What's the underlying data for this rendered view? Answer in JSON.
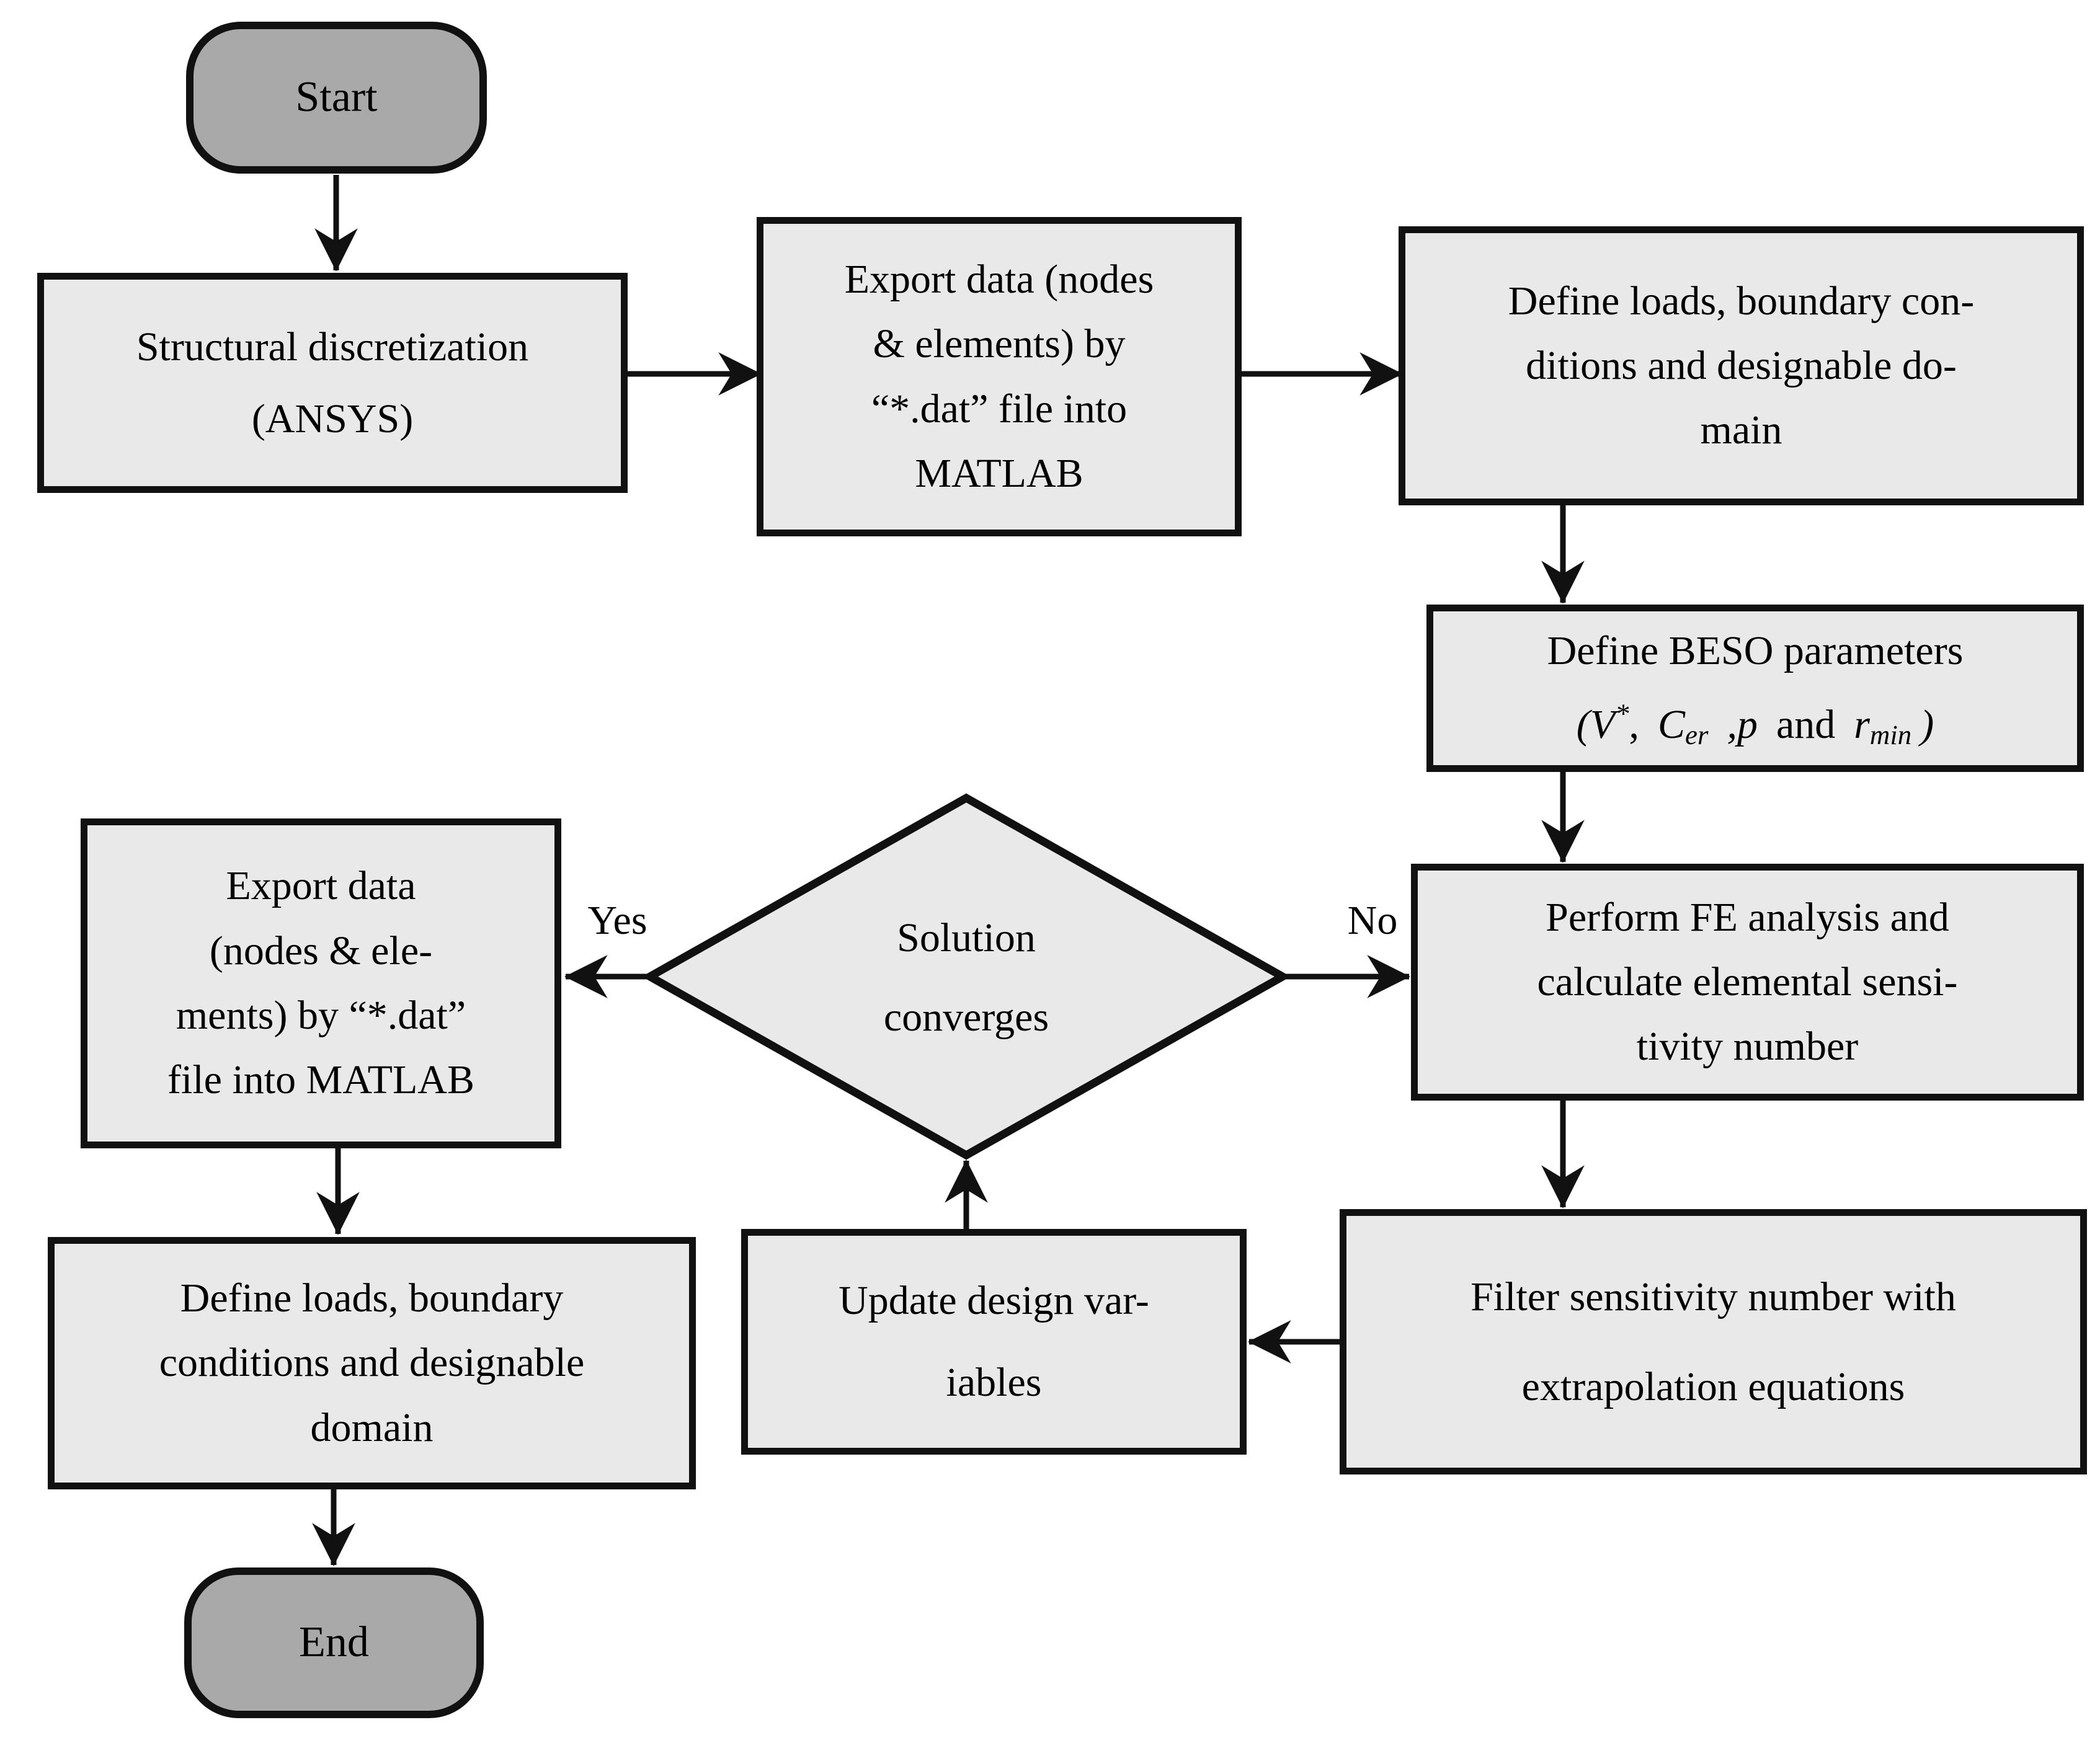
{
  "diagram": {
    "type": "flowchart",
    "colors": {
      "process_fill": "#e9e9e9",
      "terminal_fill": "#a9a9a9",
      "outline": "#111111",
      "text": "#000000",
      "background": "#ffffff"
    },
    "nodes": {
      "start": {
        "shape": "stadium",
        "label": "Start"
      },
      "structural_discretization": {
        "shape": "process",
        "lines": [
          "Structural discretization",
          "(ANSYS)"
        ]
      },
      "export_data_top": {
        "shape": "process",
        "lines": [
          "Export data (nodes",
          "& elements) by",
          "“*.dat” file into",
          "MATLAB"
        ]
      },
      "define_loads_top": {
        "shape": "process",
        "lines": [
          "Define loads, boundary con-",
          "ditions and designable do-",
          "main"
        ]
      },
      "define_beso_parameters": {
        "shape": "process",
        "title": "Define BESO parameters",
        "math": {
          "open": "(",
          "v": "V",
          "v_sup": "*",
          "comma1": ",",
          "c": "C",
          "c_sub": "er",
          "comma_p": ",p",
          "and_word": "and",
          "r": "r",
          "r_sub": "min",
          "close": ")"
        }
      },
      "perform_fe_analysis": {
        "shape": "process",
        "lines": [
          "Perform FE analysis and",
          "calculate elemental sensi-",
          "tivity number"
        ]
      },
      "solution_converges": {
        "shape": "decision",
        "lines": [
          "Solution",
          "converges"
        ]
      },
      "export_data_left": {
        "shape": "process",
        "lines": [
          "Export data",
          "(nodes & ele-",
          "ments) by “*.dat”",
          "file into MATLAB"
        ]
      },
      "filter_sensitivity": {
        "shape": "process",
        "lines": [
          "Filter sensitivity number with",
          "extrapolation equations"
        ]
      },
      "update_design_variables": {
        "shape": "process",
        "lines": [
          "Update design var-",
          "iables"
        ]
      },
      "define_loads_bottom": {
        "shape": "process",
        "lines": [
          "Define loads, boundary",
          "conditions and designable",
          "domain"
        ]
      },
      "end": {
        "shape": "stadium",
        "label": "End"
      }
    },
    "edge_labels": {
      "yes": "Yes",
      "no": "No"
    }
  }
}
